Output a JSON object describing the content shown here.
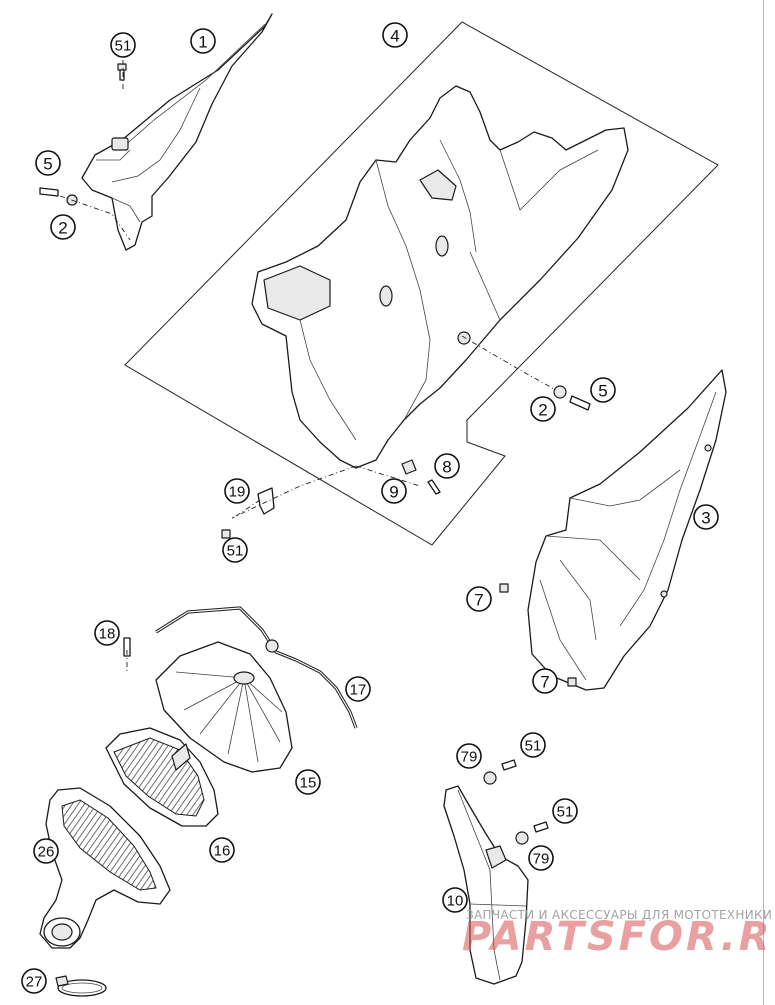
{
  "diagram": {
    "callouts": [
      {
        "id": "c-1",
        "text": "1"
      },
      {
        "id": "c-51a",
        "text": "51"
      },
      {
        "id": "c-5a",
        "text": "5"
      },
      {
        "id": "c-2a",
        "text": "2"
      },
      {
        "id": "c-4",
        "text": "4"
      },
      {
        "id": "c-5b",
        "text": "5"
      },
      {
        "id": "c-2b",
        "text": "2"
      },
      {
        "id": "c-8",
        "text": "8"
      },
      {
        "id": "c-9",
        "text": "9"
      },
      {
        "id": "c-19",
        "text": "19"
      },
      {
        "id": "c-51b",
        "text": "51"
      },
      {
        "id": "c-3",
        "text": "3"
      },
      {
        "id": "c-7a",
        "text": "7"
      },
      {
        "id": "c-7b",
        "text": "7"
      },
      {
        "id": "c-18",
        "text": "18"
      },
      {
        "id": "c-17",
        "text": "17"
      },
      {
        "id": "c-15",
        "text": "15"
      },
      {
        "id": "c-16",
        "text": "16"
      },
      {
        "id": "c-26",
        "text": "26"
      },
      {
        "id": "c-27",
        "text": "27"
      },
      {
        "id": "c-79a",
        "text": "79"
      },
      {
        "id": "c-51c",
        "text": "51"
      },
      {
        "id": "c-51d",
        "text": "51"
      },
      {
        "id": "c-79b",
        "text": "79"
      },
      {
        "id": "c-10",
        "text": "10"
      }
    ]
  },
  "watermark": {
    "caption": "ЗАПЧАСТИ И АКСЕССУАРЫ ДЛЯ МОТОТЕХНИКИ",
    "logo": "PARTSFOR.RU"
  },
  "colors": {
    "line": "#1a1a1a",
    "watermark_red": "#d65252",
    "watermark_gray": "#a3a3a3",
    "edge_rule": "#e9a0a0"
  }
}
